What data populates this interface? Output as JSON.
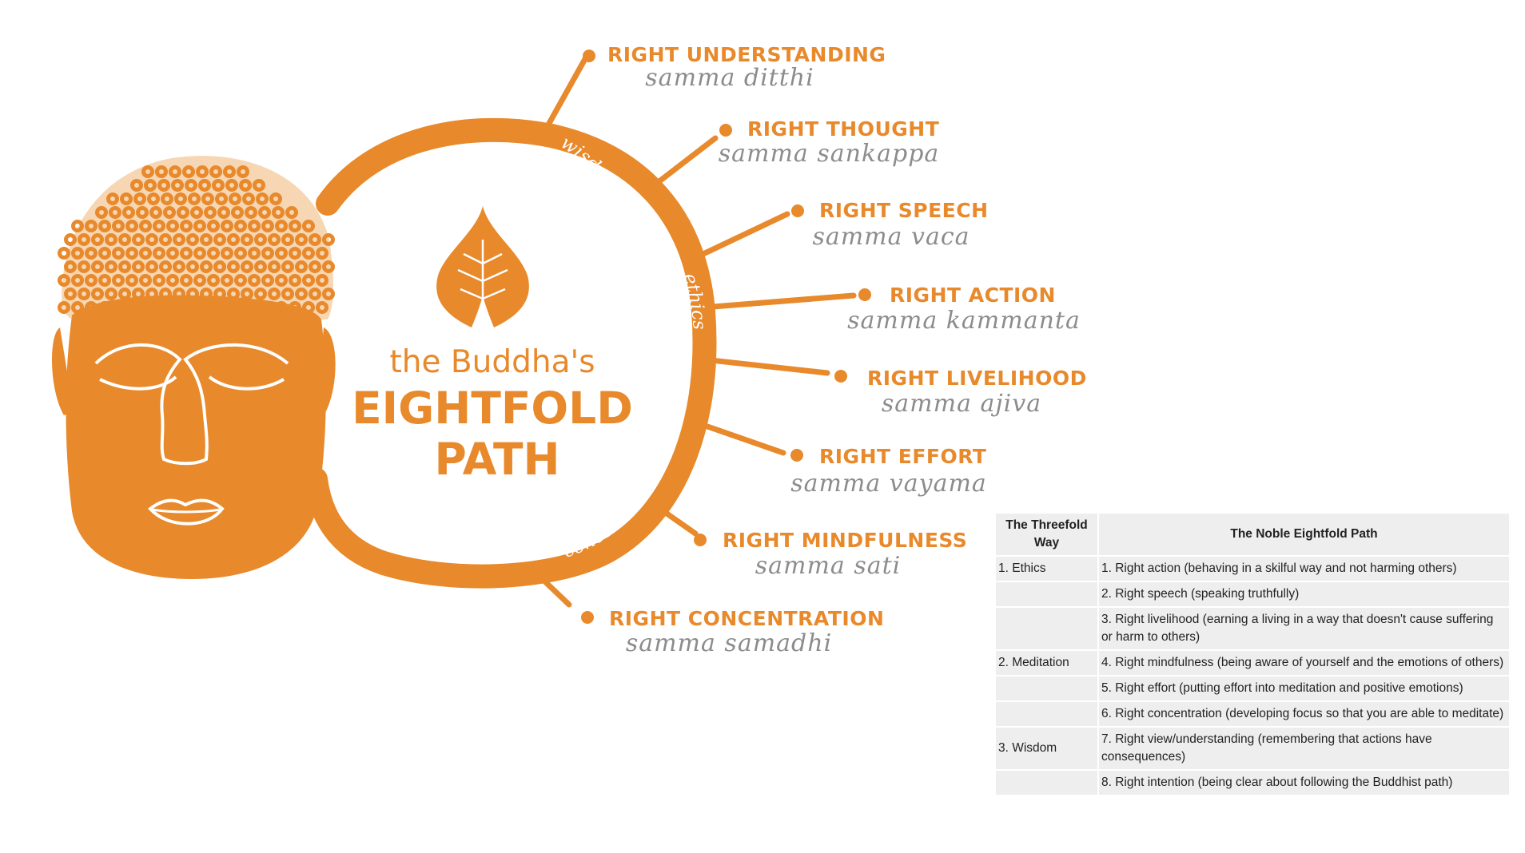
{
  "title": {
    "line1": "the Buddha's",
    "line2": "EIGHTFOLD",
    "line3": "PATH"
  },
  "arc_labels": {
    "wisdom": "wisdom",
    "ethics": "ethics",
    "concentration": "concentration"
  },
  "paths": [
    {
      "english": "RIGHT UNDERSTANDING",
      "pali": "samma ditthi"
    },
    {
      "english": "RIGHT THOUGHT",
      "pali": "samma sankappa"
    },
    {
      "english": "RIGHT SPEECH",
      "pali": "samma vaca"
    },
    {
      "english": "RIGHT ACTION",
      "pali": "samma kammanta"
    },
    {
      "english": "RIGHT LIVELIHOOD",
      "pali": "samma ajiva"
    },
    {
      "english": "RIGHT EFFORT",
      "pali": "samma vayama"
    },
    {
      "english": "RIGHT MINDFULNESS",
      "pali": "samma sati"
    },
    {
      "english": "RIGHT CONCENTRATION",
      "pali": "samma samadhi"
    }
  ],
  "table": {
    "headers": [
      "The Threefold Way",
      "The Noble Eightfold Path"
    ],
    "rows": [
      [
        "1. Ethics",
        "1. Right action (behaving in a skilful way and not harming others)"
      ],
      [
        "",
        "2. Right speech (speaking truthfully)"
      ],
      [
        "",
        "3. Right livelihood (earning a living in a way that doesn't cause suffering or harm to others)"
      ],
      [
        "2. Meditation",
        "4. Right mindfulness (being aware of yourself and the emotions of others)"
      ],
      [
        "",
        "5. Right effort (putting effort into meditation and positive emotions)"
      ],
      [
        "",
        "6. Right concentration (developing focus so that you are able to meditate)"
      ],
      [
        "3. Wisdom",
        "7. Right view/understanding (remembering that actions have consequences)"
      ],
      [
        "",
        "8. Right intention (being clear about following the Buddhist path)"
      ]
    ]
  },
  "colors": {
    "accent": "#e8892b",
    "pali_text": "#8c8c8c",
    "table_cell": "#eeeeee"
  },
  "icons": [
    "buddha-head-icon",
    "bodhi-leaf-icon"
  ]
}
